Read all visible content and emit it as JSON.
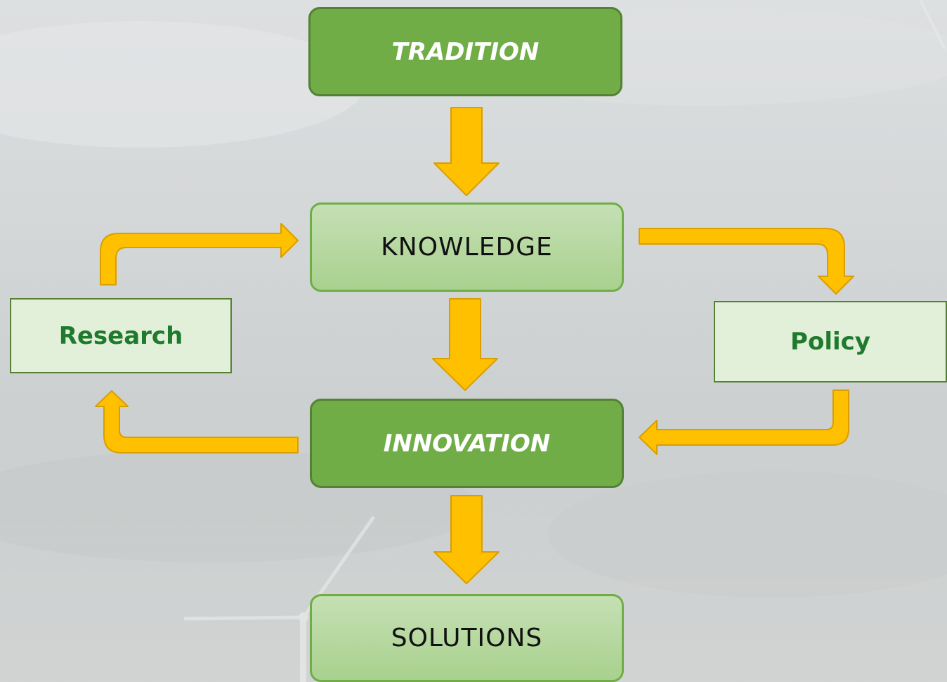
{
  "diagram": {
    "nodes": {
      "tradition": "TRADITION",
      "knowledge": "KNOWLEDGE",
      "innovation": "INNOVATION",
      "solutions": "SOLUTIONS",
      "research": "Research",
      "policy": "Policy"
    },
    "colors": {
      "dark_green": "#70ad47",
      "dark_green_border": "#548235",
      "light_green": "#a9d18e",
      "pale_green": "#e2efd9",
      "arrow_fill": "#ffc000",
      "arrow_border": "#e0a400",
      "side_text": "#1f7a2e"
    },
    "edges": [
      {
        "from": "tradition",
        "to": "knowledge"
      },
      {
        "from": "knowledge",
        "to": "innovation"
      },
      {
        "from": "innovation",
        "to": "solutions"
      },
      {
        "from": "knowledge",
        "to": "policy"
      },
      {
        "from": "policy",
        "to": "innovation"
      },
      {
        "from": "innovation",
        "to": "research"
      },
      {
        "from": "research",
        "to": "knowledge"
      }
    ]
  }
}
